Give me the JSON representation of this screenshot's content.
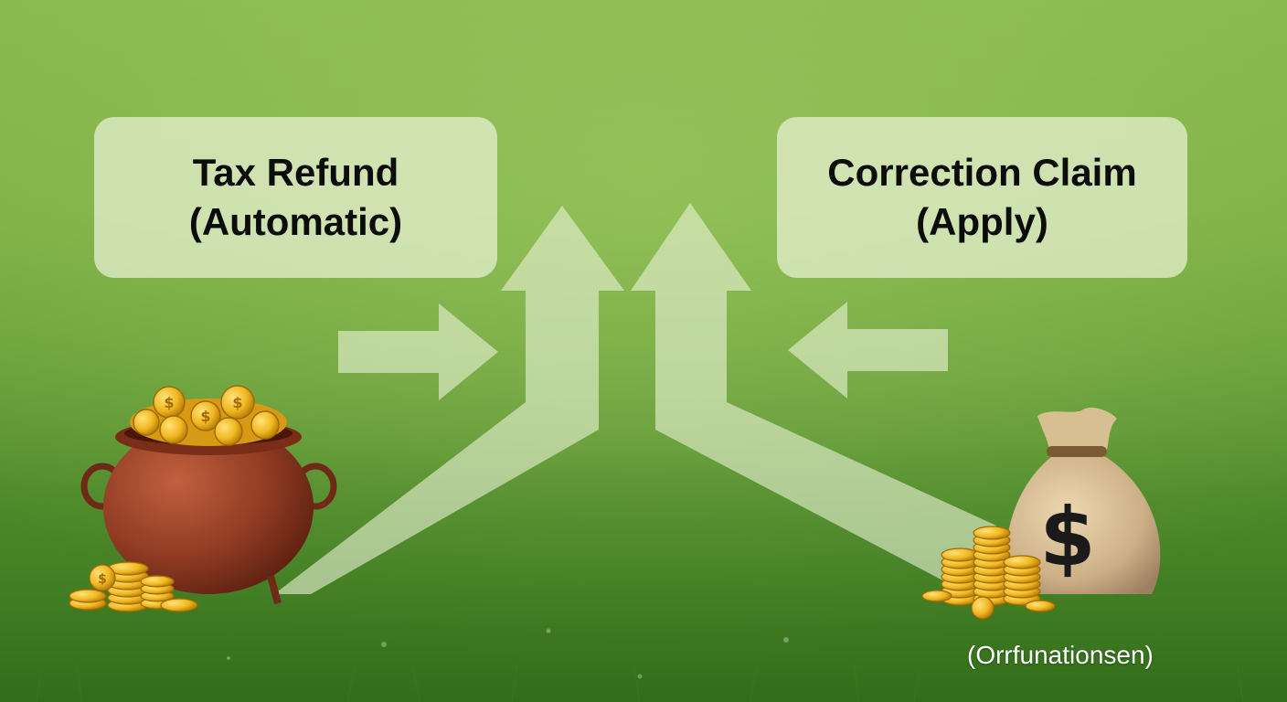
{
  "labels": {
    "tax_refund_line1": "Tax Refund",
    "tax_refund_line2": "(Automatic)",
    "correction_claim_line1": "Correction Claim",
    "correction_claim_line2": "(Apply)",
    "footnote": "(Orrfunationsen)"
  },
  "icons": {
    "pot": "pot-of-gold-icon",
    "bag": "money-bag-icon",
    "bag_symbol": "$",
    "coin_symbol": "$"
  },
  "colors": {
    "grass_light": "#86b84a",
    "grass_dark": "#3f7a22",
    "box_fill": "#e0ecc8",
    "arrow_fill": "#e6f0d2",
    "pot_body": "#8e3a22",
    "coin_gold": "#f0b820",
    "bag_fill": "#d2b48c"
  }
}
